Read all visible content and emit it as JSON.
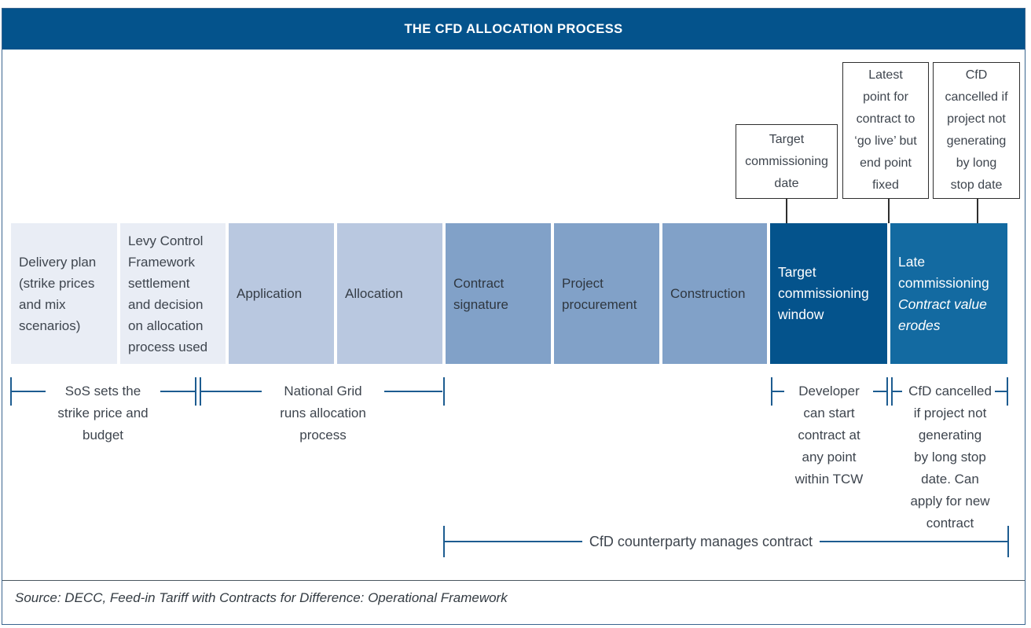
{
  "header": {
    "title": "THE CFD ALLOCATION PROCESS"
  },
  "stages": [
    {
      "label": "Delivery plan\n(strike prices\nand mix\nscenarios)"
    },
    {
      "label": "Levy Control\nFramework\nsettlement\nand decision\non allocation\nprocess used"
    },
    {
      "label": "Application"
    },
    {
      "label": "Allocation"
    },
    {
      "label": "Contract\nsignature"
    },
    {
      "label": "Project\nprocurement"
    },
    {
      "label": "Construction"
    },
    {
      "label": "Target\ncommissioning\nwindow"
    },
    {
      "label": "Late\ncommissioning",
      "label_italic": "Contract value\nerodes"
    }
  ],
  "callouts": [
    {
      "text": "Target\ncommissioning\ndate"
    },
    {
      "text": "Latest\npoint for\ncontract to\n‘go live’ but\nend point\nfixed"
    },
    {
      "text": "CfD\ncancelled if\nproject not\ngenerating\nby long\nstop date"
    }
  ],
  "brackets": [
    {
      "text": "SoS sets the\nstrike price and\nbudget"
    },
    {
      "text": "National Grid\nruns allocation\nprocess"
    },
    {
      "text": "Developer\ncan start\ncontract at\nany point\nwithin TCW"
    },
    {
      "text": "CfD cancelled\nif project not\ngenerating\nby long stop\ndate. Can\napply for new\ncontract"
    },
    {
      "text": "CfD counterparty manages contract"
    }
  ],
  "source": "Source: DECC, Feed-in Tariff with Contracts for Difference: Operational Framework",
  "colors": {
    "header_bar": "#04538c",
    "stage_lightest": "#e9edf5",
    "stage_light": "#b9c8e0",
    "stage_medium": "#81a1c8",
    "stage_dark": "#04538c",
    "stage_dark_light": "#136aa1",
    "bracket_line": "#1d5c90",
    "callout_border": "#2e2e2e",
    "frame_border": "#3a658f",
    "text_dark": "#3e454e"
  }
}
